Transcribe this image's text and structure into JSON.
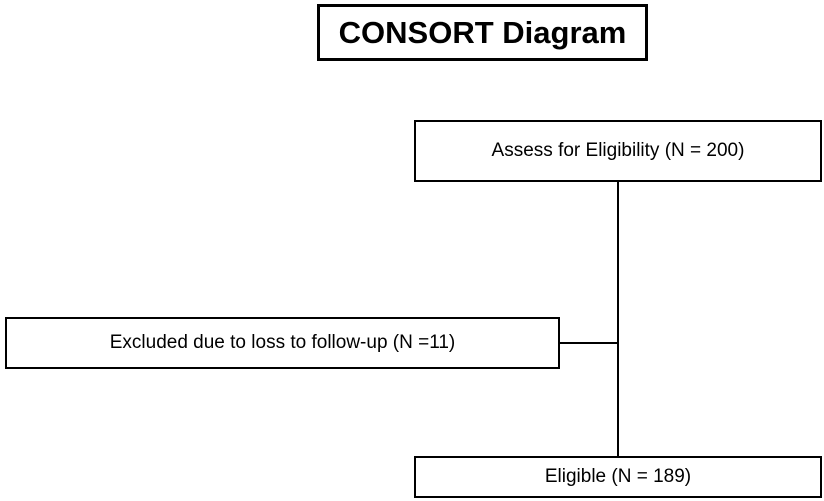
{
  "diagram": {
    "title": "CONSORT Diagram",
    "nodes": {
      "assess": "Assess for Eligibility (N = 200)",
      "excluded": "Excluded due to loss to follow-up (N =11)",
      "eligible": "Eligible (N = 189)"
    }
  }
}
